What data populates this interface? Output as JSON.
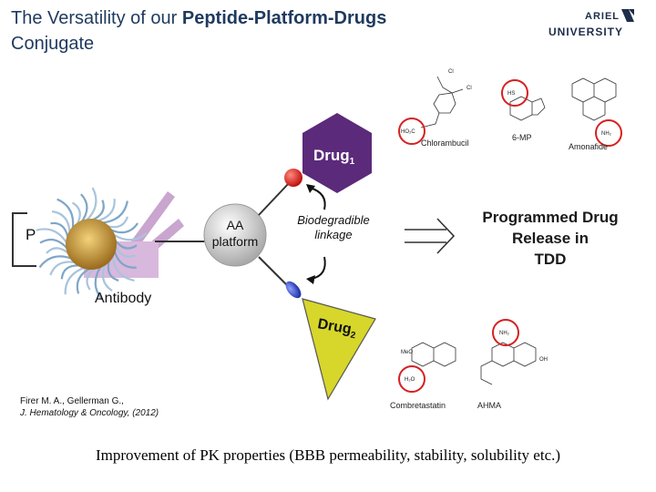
{
  "header": {
    "title_prefix": "The Versatility of our ",
    "title_bold": "Peptide-Platform-Drugs",
    "title_line2": "Conjugate"
  },
  "logo": {
    "line1": "ARIEL",
    "line2": "UNIVERSITY"
  },
  "diagram": {
    "drug1_label": "Drug",
    "drug1_sub": "1",
    "drug2_label": "Drug",
    "drug2_sub": "2",
    "platform_line1": "AA",
    "platform_line2": "platform",
    "linkage_line1": "Biodegradible",
    "linkage_line2": "linkage",
    "release_line1": "Programmed Drug",
    "release_line2": "Release in",
    "release_line3": "TDD",
    "antibody_label": "Antibody",
    "partial_label": "P",
    "molecules": [
      "Chlorambucil",
      "6-MP",
      "Amonafide",
      "Combretastatin",
      "AHMA"
    ],
    "colors": {
      "drug1": "#5b2a7a",
      "drug2": "#d7d62a",
      "linker_top": "#e0201c",
      "linker_bottom": "#2e42c8",
      "highlight_ring": "#d62020"
    }
  },
  "reference": {
    "authors": "Firer M. A., Gellerman G.,",
    "journal": "J. Hematology & Oncology, (2012)"
  },
  "footer": {
    "text": "Improvement of PK properties  (BBB permeability, stability, solubility etc.)"
  }
}
